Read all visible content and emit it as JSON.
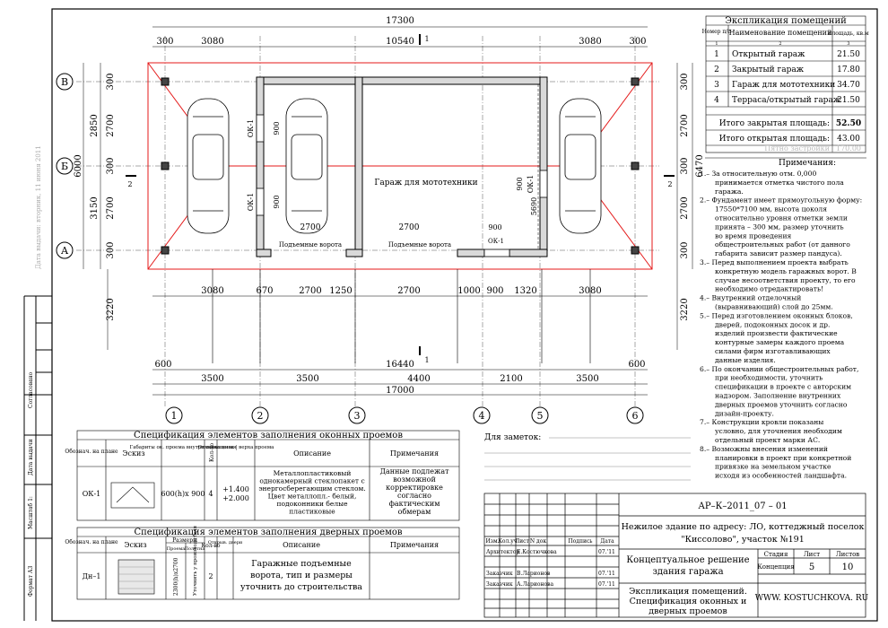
{
  "drawing": {
    "overall_top": "17300",
    "overall_bottom": "17000",
    "inner_top": "10540",
    "inner_bottom": "16440",
    "top_dims": [
      "300",
      "3080",
      "3080",
      "300"
    ],
    "row1_dims": [
      "3080",
      "670",
      "2700",
      "1250",
      "2700",
      "1000",
      "900",
      "1320",
      "3080"
    ],
    "row3_dims": [
      "600",
      "600"
    ],
    "row4_dims": [
      "3500",
      "3500",
      "4400",
      "2100",
      "3500"
    ],
    "left_dims": [
      "300",
      "2700",
      "300",
      "2700",
      "300"
    ],
    "left_dims2": [
      "2850",
      "3150"
    ],
    "left_total": "6000",
    "left_bottom": "3220",
    "right_dims": [
      "300",
      "2700",
      "300",
      "2700",
      "300"
    ],
    "right_total": "6470",
    "right_bottom": "3220",
    "right_inner": "5690",
    "axis_rows": [
      "В",
      "Б",
      "А"
    ],
    "axis_cols": [
      "1",
      "2",
      "3",
      "4",
      "5",
      "6"
    ],
    "section_mark": "1",
    "section_side": "2",
    "room_label": "Гараж для мототехники",
    "gate1": "Подъемные ворота",
    "gate2": "Подъемные ворота",
    "gate_dims": [
      "2700",
      "2700",
      "900"
    ],
    "ok1": "ОК-1",
    "ok_dim": "900",
    "vertical_watermark": "Дата выдачи: вторник, 11 июня 2011"
  },
  "explication": {
    "title": "Экспликация помещений",
    "headers": [
      "Номер п/п",
      "Наименование помещений",
      "площадь, кв.м"
    ],
    "col_nums": [
      "1",
      "2",
      "3"
    ],
    "rows": [
      {
        "num": "1",
        "name": "Открытый гараж",
        "area": "21.50"
      },
      {
        "num": "2",
        "name": "Закрытый гараж",
        "area": "17.80"
      },
      {
        "num": "3",
        "name": "Гараж для мототехники",
        "area": "34.70"
      },
      {
        "num": "4",
        "name": "Терраса/открытый гараж",
        "area": "21.50"
      }
    ],
    "closed_label": "Итого закрытая площадь:",
    "closed_value": "52.50",
    "open_label": "Итого открытая площадь:",
    "open_value": "43.00",
    "build_label": "Пятно застройки",
    "build_value": "170.00"
  },
  "notes": {
    "title": "Примечания:",
    "items": [
      "1.– За относительную отм. 0,000",
      "принимается отметка чистого пола",
      "гаража.",
      "2.– Фундамент имеет прямоугольную форму:",
      "17550*7100 мм, высота цоколя",
      "относительно уровня отметки земли",
      "принята – 300 мм, размер уточнить",
      "во время проведения",
      "общестроительных работ (от данного",
      "габарита зависит размер пандуса).",
      "3.– Перед выполнением проекта выбрать",
      "конкретную модель гаражных ворот. В",
      "случае несоответствия проекту, то его",
      "необходимо отредактировать!",
      "4.– Внутренний отделочный",
      "(выравнивающий) слой до 25мм.",
      "5.– Перед изготовлением оконных блоков,",
      "дверей, подоконных досок и др.",
      "изделий произвести фактические",
      "контурные замеры каждого проема",
      "силами фирм изготавливающих",
      "данные изделия.",
      "6.– По окончании общестроительных работ,",
      "при необходимости, уточнить",
      "спецификации в проекте с авторским",
      "надзором. Заполнение внутренних",
      "дверных проемов уточнить согласно",
      "дизайн-проекту.",
      "7.– Конструкции кровли показаны",
      "условно, для уточнения необходим",
      "отдельный проект марки АС.",
      "8.– Возможны внесения изменений",
      "планировки в проект при конкретной",
      "привязке на земельном участке",
      "исходя из особенностей ландшафта."
    ]
  },
  "windows_spec": {
    "title": "Спецификация элементов заполнения оконных проемов",
    "headers": [
      "Обознач. на плане",
      "Эскиз",
      "Габариты ок. проема внутри помещения",
      "Кол-во",
      "Отметка низа | верха проема",
      "Описание",
      "Примечания"
    ],
    "row": {
      "mark": "ОК-1",
      "size": "600(h)х 900",
      "qty": "4",
      "elev1": "+1.400",
      "elev2": "+2.000",
      "desc": [
        "Металлопластиковый",
        "однокамерный стеклопакет с",
        "энергосберегающим стеклом.",
        "Цвет металлопл.- белый,",
        "подоконники белые",
        "пластиковые"
      ],
      "note": [
        "Данные подлежат",
        "возможной",
        "корректировке",
        "согласно",
        "фактическим",
        "обмерам"
      ]
    }
  },
  "doors_spec": {
    "title": "Спецификация элементов заполнения дверных проемов",
    "headers": [
      "Обознач. на плане",
      "Эскиз",
      "Размеры",
      "Проема",
      "Полотна",
      "Кол-во",
      "Открыв. двери",
      "Описание",
      "Примечания"
    ],
    "row": {
      "mark": "Дн–1",
      "size1": "2300(h)х2700",
      "size2": "Уточнить у производителя",
      "qty": "2",
      "desc": [
        "Гаражные подъемные",
        "ворота, тип и размеры",
        "уточнить до строительства"
      ]
    }
  },
  "notes_area": {
    "label": "Для заметок:"
  },
  "side_labels": [
    "Согласовано",
    "Дата выдачи",
    "Масштаб 1:",
    "Формат А3"
  ],
  "title_block": {
    "code": "АР–К–2011_07 – 01",
    "object": [
      "Нежилое здание по адресу: ЛО, коттеджный поселок",
      "\"Киссолово\", участок №191"
    ],
    "headers": [
      "Изм.",
      "Кол.уч",
      "Лист",
      "N док",
      "Подпись",
      "Дата"
    ],
    "people": [
      {
        "role": "Архитектор",
        "name": "Е.Костючкова",
        "date": "07.'11"
      },
      {
        "role": "Заказчик",
        "name": "В.Ларионов",
        "date": "07.'11"
      },
      {
        "role": "Заказчик",
        "name": "А.Ларионова",
        "date": "07.'11"
      }
    ],
    "project": [
      "Концептуальное решение",
      "здания гаража"
    ],
    "sheet_title": [
      "Экспликация помещений.",
      "Спецификация оконных и",
      "дверных проемов"
    ],
    "stage_h": "Стадия",
    "sheet_h": "Лист",
    "sheets_h": "Листов",
    "stage": "Концепция",
    "sheet": "5",
    "sheets": "10",
    "site": "WWW. KOSTUCHKOVA. RU"
  }
}
